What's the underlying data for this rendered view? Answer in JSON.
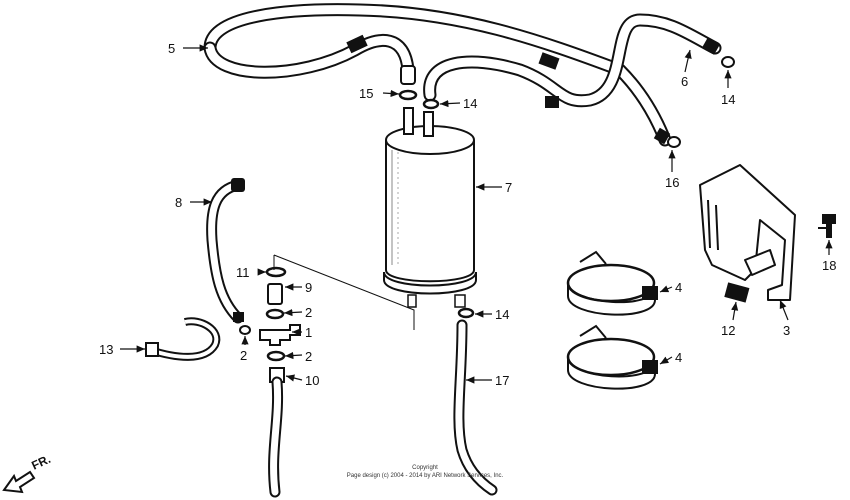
{
  "diagram": {
    "callouts": [
      {
        "id": "c5",
        "label": "5"
      },
      {
        "id": "c15",
        "label": "15"
      },
      {
        "id": "c14a",
        "label": "14"
      },
      {
        "id": "c6",
        "label": "6"
      },
      {
        "id": "c14b",
        "label": "14"
      },
      {
        "id": "c16",
        "label": "16"
      },
      {
        "id": "c7",
        "label": "7"
      },
      {
        "id": "c8",
        "label": "8"
      },
      {
        "id": "c11",
        "label": "11"
      },
      {
        "id": "c9",
        "label": "9"
      },
      {
        "id": "c2a",
        "label": "2"
      },
      {
        "id": "c1",
        "label": "1"
      },
      {
        "id": "c2b",
        "label": "2"
      },
      {
        "id": "c2c",
        "label": "2"
      },
      {
        "id": "c10",
        "label": "10"
      },
      {
        "id": "c13",
        "label": "13"
      },
      {
        "id": "c14c",
        "label": "14"
      },
      {
        "id": "c17",
        "label": "17"
      },
      {
        "id": "c4a",
        "label": "4"
      },
      {
        "id": "c4b",
        "label": "4"
      },
      {
        "id": "c12",
        "label": "12"
      },
      {
        "id": "c3",
        "label": "3"
      },
      {
        "id": "c18",
        "label": "18"
      }
    ],
    "front_marker": "FR.",
    "copyright_line1": "Copyright",
    "copyright_line2": "Page design (c) 2004 - 2014 by ARI Network Services, Inc."
  }
}
